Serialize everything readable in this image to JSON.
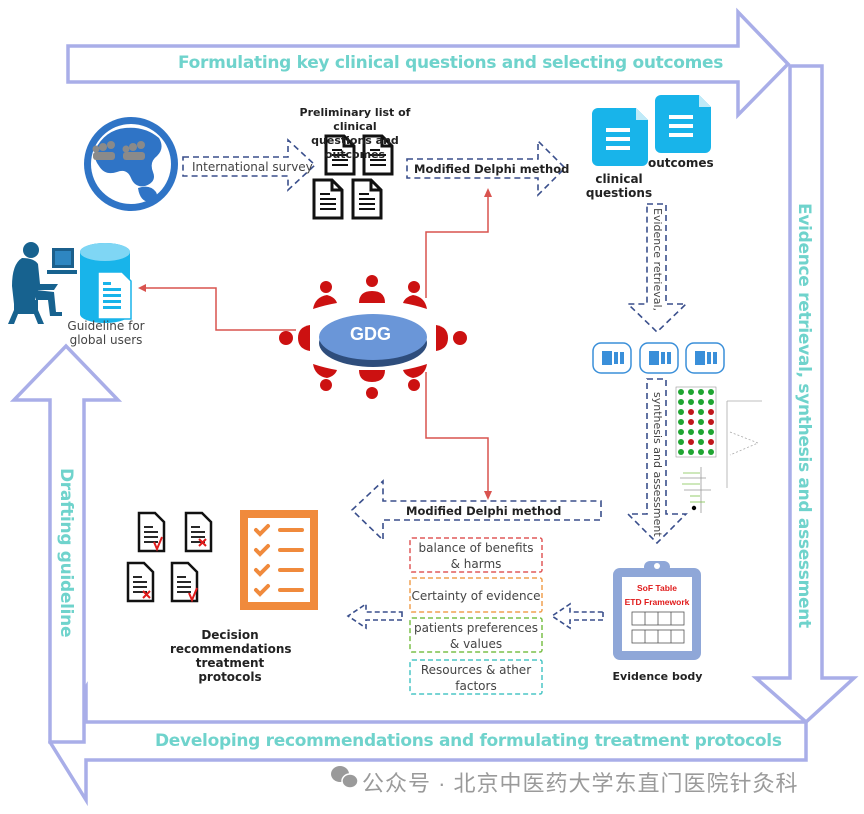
{
  "stages": {
    "top": "Formulating key clinical questions and selecting outcomes",
    "right": "Evidence retrieval, synthesis and assessment",
    "bottom": "Developing recommendations and formulating treatment protocols",
    "left": "Drafting guideline"
  },
  "nodes": {
    "survey_arrow": "International survey",
    "preliminary_title_line1": "Preliminary list of clinical",
    "preliminary_title_line2": "questions and outcomes",
    "delphi_top": "Modified Delphi method",
    "outcomes": "outcomes",
    "clinical_questions_line1": "clinical",
    "clinical_questions_line2": "questions",
    "evidence_retrieval_arrow": "Evidence retrieval,",
    "synthesis_arrow": "synthesis and assessment",
    "gdg": "GDG",
    "guideline_line1": "Guideline for",
    "guideline_line2": "global users",
    "delphi_bottom": "Modified Delphi method",
    "sof_table": "SoF Table",
    "etd_framework": "ETD Framework",
    "evidence_body": "Evidence body",
    "decision_line1": "Decision",
    "decision_line2": "recommendations",
    "decision_line3": "treatment protocols"
  },
  "factors": [
    {
      "line1": "balance of benefits",
      "line2": "& harms",
      "color": "#e05a5a"
    },
    {
      "line1": "Certainty of evidence",
      "line2": "",
      "color": "#f0a050"
    },
    {
      "line1": "patients preferences",
      "line2": "& values",
      "color": "#7cc04a"
    },
    {
      "line1": "Resources & ather",
      "line2": "factors",
      "color": "#4bc6c6"
    }
  ],
  "watermark": "公众号 · 北京中医药大学东直门医院针灸科",
  "colors": {
    "frame": "#a9aee8",
    "stage_text": "#6fd3cc",
    "dashed": "#3a4f8c",
    "red_line": "#d9534f",
    "gdg_people": "#cc1111",
    "gdg_table": "#6a96d8",
    "doc_blue": "#18b4ea",
    "globe": "#2f74c6",
    "clipboard": "#8fa7d8",
    "checklist": "#f08a3c"
  }
}
